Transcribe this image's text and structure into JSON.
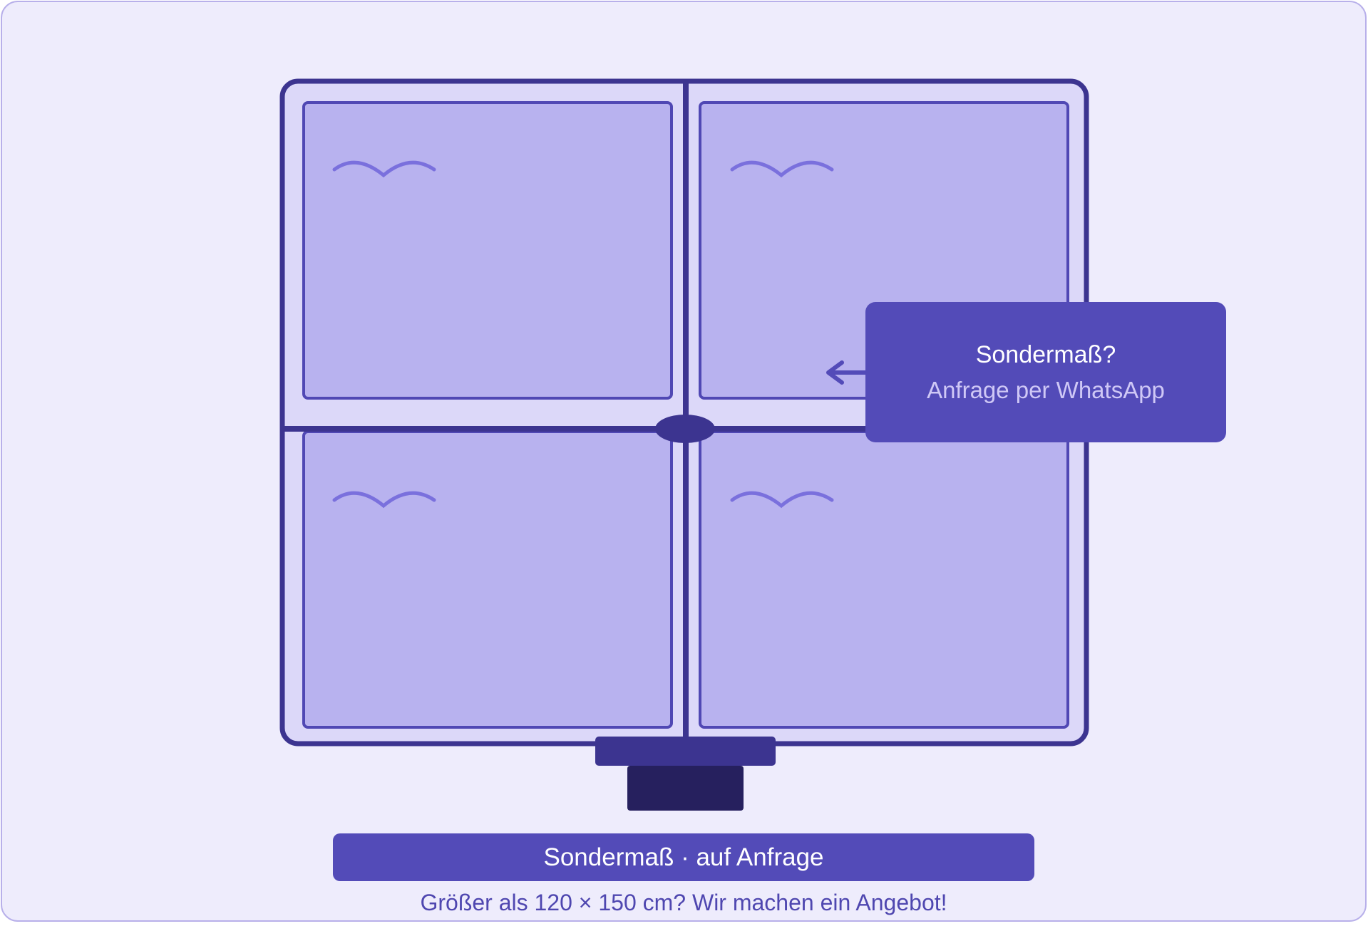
{
  "callout": {
    "title": "Sondermaß?",
    "subtitle": "Anfrage per WhatsApp"
  },
  "banner": {
    "label": "Sondermaß · auf Anfrage"
  },
  "subtitle": "Größer als 120 × 150 cm? Wir machen ein Angebot!",
  "colors": {
    "background": "#eeecfc",
    "frame": "#3c3490",
    "glass": "#b8b2ef",
    "accent": "#534bb8"
  },
  "icons": [
    "bird-icon",
    "arrow-left-icon",
    "window-handle-icon"
  ]
}
